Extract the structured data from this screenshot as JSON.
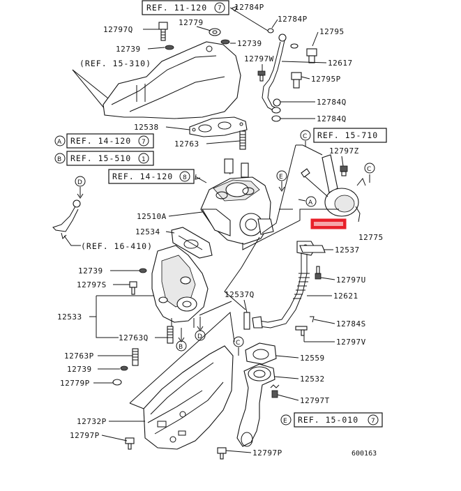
{
  "diagram_code": "600163",
  "highlight_color": "#e8202a",
  "refs": [
    {
      "id": "ref-11-120",
      "text": "REF. 11-120",
      "num": "7"
    },
    {
      "id": "ref-15-310",
      "text": "(REF. 15-310)"
    },
    {
      "id": "ref-14-120-a",
      "letter": "A",
      "text": "REF. 14-120",
      "num": "7"
    },
    {
      "id": "ref-15-510",
      "letter": "B",
      "text": "REF. 15-510",
      "num": "1"
    },
    {
      "id": "ref-14-120-b",
      "text": "REF. 14-120",
      "num": "8"
    },
    {
      "id": "ref-15-710",
      "letter": "C",
      "text": "REF. 15-710"
    },
    {
      "id": "ref-16-410",
      "text": "(REF. 16-410)"
    },
    {
      "id": "ref-15-010",
      "letter": "E",
      "text": "REF. 15-010",
      "num": "7"
    }
  ],
  "parts": {
    "p12784P_a": "12784P",
    "p12784P_b": "12784P",
    "p12797Q": "12797Q",
    "p12779": "12779",
    "p12739_a": "12739",
    "p12739_b": "12739",
    "p12795": "12795",
    "p12797W": "12797W",
    "p12617": "12617",
    "p12795P": "12795P",
    "p12784Q_a": "12784Q",
    "p12784Q_b": "12784Q",
    "p12538": "12538",
    "p12763": "12763",
    "p12797Z": "12797Z",
    "p12510A": "12510A",
    "p12534": "12534",
    "p12775": "12775",
    "p12537": "12537",
    "p12739_c": "12739",
    "p12797S": "12797S",
    "p12797U": "12797U",
    "p12537Q": "12537Q",
    "p12621": "12621",
    "p12533": "12533",
    "p12784S": "12784S",
    "p12763Q": "12763Q",
    "p12797V": "12797V",
    "p12763P": "12763P",
    "p12559": "12559",
    "p12739_d": "12739",
    "p12532": "12532",
    "p12779P": "12779P",
    "p12797T": "12797T",
    "p12732P": "12732P",
    "p12797P_a": "12797P",
    "p12797P_b": "12797P"
  },
  "markers": {
    "D1": "D",
    "A1": "A",
    "B1": "B",
    "C1": "C",
    "E1": "E",
    "C2": "C",
    "A2": "A",
    "B2": "B",
    "D2": "D",
    "C3": "C",
    "E2": "E"
  }
}
